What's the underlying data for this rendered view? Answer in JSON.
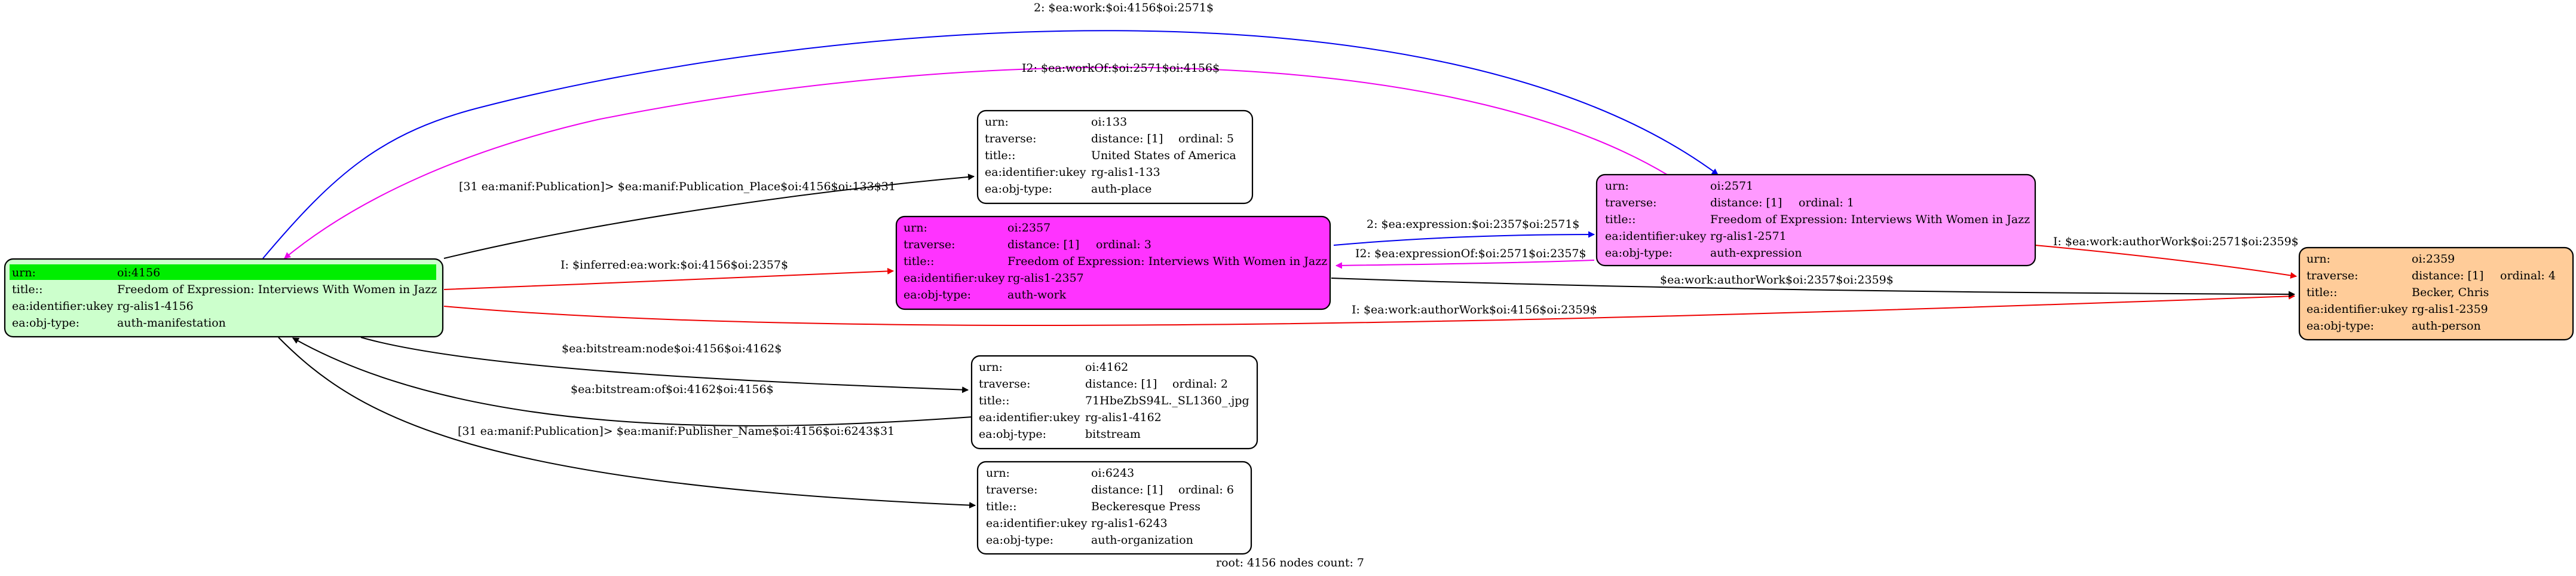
{
  "colors": {
    "manifestation": "#ccffcc",
    "manifestation_urn_highlight": "#00ee00",
    "work": "#ff33ff",
    "expression": "#ff99ff",
    "person": "#ffcc99",
    "plain": "#ffffff",
    "edge_black": "#000000",
    "edge_red": "#ee0000",
    "edge_blue": "#0000ee",
    "edge_magenta": "#ee00ee"
  },
  "nodes": {
    "n4156": {
      "rows": [
        {
          "key": "urn:",
          "val": "oi:4156"
        },
        {
          "key": "title::",
          "val": "Freedom of Expression: Interviews With Women in Jazz"
        },
        {
          "key": "ea:identifier:ukey",
          "val": "rg-alis1-4156"
        },
        {
          "key": "ea:obj-type:",
          "val": "auth-manifestation"
        }
      ]
    },
    "n133": {
      "rows": [
        {
          "key": "urn:",
          "val": "oi:133"
        },
        {
          "key": "traverse:",
          "val": "distance: [1]",
          "extra": "ordinal: 5"
        },
        {
          "key": "title::",
          "val": "United States of America"
        },
        {
          "key": "ea:identifier:ukey",
          "val": "rg-alis1-133"
        },
        {
          "key": "ea:obj-type:",
          "val": "auth-place"
        }
      ]
    },
    "n2357": {
      "rows": [
        {
          "key": "urn:",
          "val": "oi:2357"
        },
        {
          "key": "traverse:",
          "val": "distance: [1]",
          "extra": "ordinal: 3"
        },
        {
          "key": "title::",
          "val": "Freedom of Expression: Interviews With Women in Jazz"
        },
        {
          "key": "ea:identifier:ukey",
          "val": "rg-alis1-2357"
        },
        {
          "key": "ea:obj-type:",
          "val": "auth-work"
        }
      ]
    },
    "n2571": {
      "rows": [
        {
          "key": "urn:",
          "val": "oi:2571"
        },
        {
          "key": "traverse:",
          "val": "distance: [1]",
          "extra": "ordinal: 1"
        },
        {
          "key": "title::",
          "val": "Freedom of Expression: Interviews With Women in Jazz"
        },
        {
          "key": "ea:identifier:ukey",
          "val": "rg-alis1-2571"
        },
        {
          "key": "ea:obj-type:",
          "val": "auth-expression"
        }
      ]
    },
    "n2359": {
      "rows": [
        {
          "key": "urn:",
          "val": "oi:2359"
        },
        {
          "key": "traverse:",
          "val": "distance: [1]",
          "extra": "ordinal: 4"
        },
        {
          "key": "title::",
          "val": "Becker, Chris"
        },
        {
          "key": "ea:identifier:ukey",
          "val": "rg-alis1-2359"
        },
        {
          "key": "ea:obj-type:",
          "val": "auth-person"
        }
      ]
    },
    "n4162": {
      "rows": [
        {
          "key": "urn:",
          "val": "oi:4162"
        },
        {
          "key": "traverse:",
          "val": "distance: [1]",
          "extra": "ordinal: 2"
        },
        {
          "key": "title::",
          "val": "71HbeZbS94L._SL1360_.jpg"
        },
        {
          "key": "ea:identifier:ukey",
          "val": "rg-alis1-4162"
        },
        {
          "key": "ea:obj-type:",
          "val": "bitstream"
        }
      ]
    },
    "n6243": {
      "rows": [
        {
          "key": "urn:",
          "val": "oi:6243"
        },
        {
          "key": "traverse:",
          "val": "distance: [1]",
          "extra": "ordinal: 6"
        },
        {
          "key": "title::",
          "val": "Beckeresque Press"
        },
        {
          "key": "ea:identifier:ukey",
          "val": "rg-alis1-6243"
        },
        {
          "key": "ea:obj-type:",
          "val": "auth-organization"
        }
      ]
    }
  },
  "edges": {
    "work_blue": "2: $ea:work:$oi:4156$oi:2571$",
    "workof_magenta": "I2: $ea:workOf:$oi:2571$oi:4156$",
    "publication_place": "[31 ea:manif:Publication]> $ea:manif:Publication_Place$oi:4156$oi:133$31",
    "inferred_work": "I: $inferred:ea:work:$oi:4156$oi:2357$",
    "author_4156": "I: $ea:work:authorWork$oi:4156$oi:2359$",
    "expression_2357": "2: $ea:expression:$oi:2357$oi:2571$",
    "expressionof_2571": "I2: $ea:expressionOf:$oi:2571$oi:2357$",
    "author_2571": "I: $ea:work:authorWork$oi:2571$oi:2359$",
    "author_2357": "$ea:work:authorWork$oi:2357$oi:2359$",
    "bitstream_node": "$ea:bitstream:node$oi:4156$oi:4162$",
    "bitstream_of": "$ea:bitstream:of$oi:4162$oi:4156$",
    "publisher_name": "[31 ea:manif:Publication]> $ea:manif:Publisher_Name$oi:4156$oi:6243$31"
  },
  "footer": "root: 4156 nodes count: 7"
}
